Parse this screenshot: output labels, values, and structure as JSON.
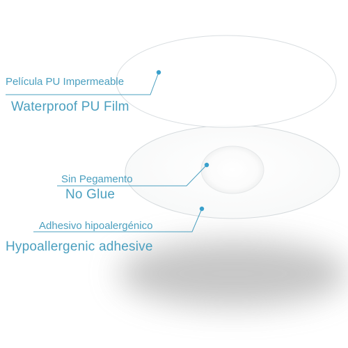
{
  "labels": {
    "film": {
      "es": "Película PU Impermeable",
      "en": "Waterproof PU Film"
    },
    "no_glue": {
      "es": "Sin Pegamento",
      "en": "No Glue"
    },
    "adhesive": {
      "es": "Adhesivo hipoalergénico",
      "en": "Hypoallergenic adhesive"
    }
  },
  "colors": {
    "text": "#4a9fbf",
    "leader": "#4a9fbf",
    "dot": "#3aa0cc",
    "disc_edge": "#d8dde0",
    "shadow": "#8a8a8a"
  }
}
